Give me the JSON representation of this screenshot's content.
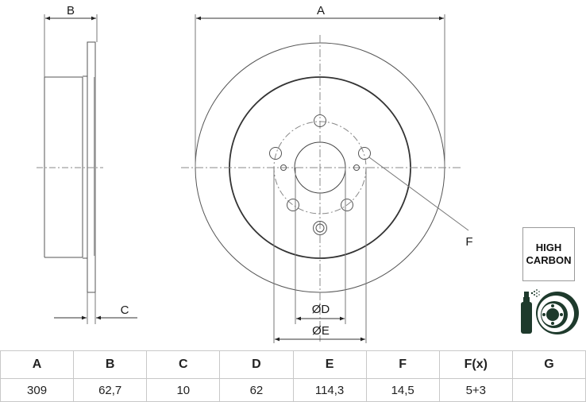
{
  "drawing": {
    "side_view_labels": {
      "B": "B",
      "C": "C"
    },
    "front_view_labels": {
      "A": "A",
      "D": "ØD",
      "E": "ØE",
      "F": "F"
    },
    "colors": {
      "line": "#555555",
      "thick_line": "#333333",
      "center_line": "#888888",
      "icon_green": "#1e3a2c"
    }
  },
  "badge": {
    "line1": "HIGH",
    "line2": "CARBON"
  },
  "icons": {
    "coating": "spray-can-disc-icon"
  },
  "spec_table": {
    "headers": [
      "A",
      "B",
      "C",
      "D",
      "E",
      "F",
      "F(x)",
      "G"
    ],
    "values": [
      "309",
      "62,7",
      "10",
      "62",
      "114,3",
      "14,5",
      "5+3",
      ""
    ]
  }
}
